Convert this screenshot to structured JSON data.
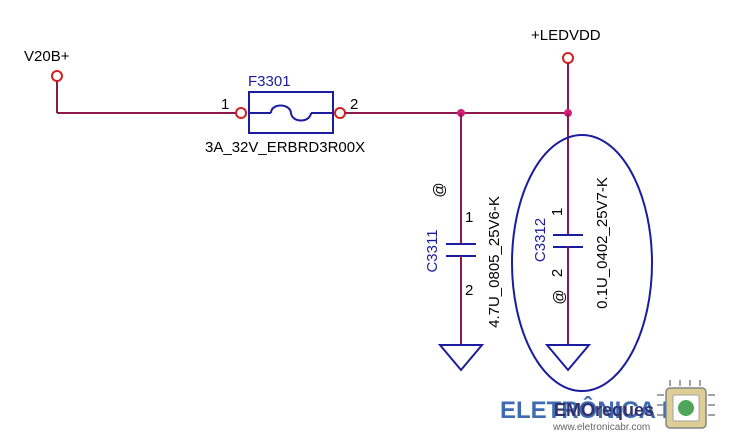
{
  "nets": {
    "left_supply": "V20B+",
    "right_supply": "+LEDVDD"
  },
  "fuse": {
    "ref": "F3301",
    "value": "3A_32V_ERBRD3R00X",
    "pin1": "1",
    "pin2": "2"
  },
  "cap1": {
    "ref": "C3311",
    "value": "4.7U_0805_25V6-K",
    "marker": "@",
    "pin1": "1",
    "pin2": "2"
  },
  "cap2": {
    "ref": "C3312",
    "value": "0.1U_0402_25V7-K",
    "marker": "@",
    "pin1": "1",
    "pin2": "2"
  },
  "watermark": {
    "brand": "ELETRÔNICA BR",
    "url": "www.eletronicabr.com",
    "overlay": "EMOreques"
  },
  "colors": {
    "wire": "#8b1a4a",
    "component": "#1c1c9e",
    "pin": "#d42020",
    "junction": "#d4207a"
  }
}
